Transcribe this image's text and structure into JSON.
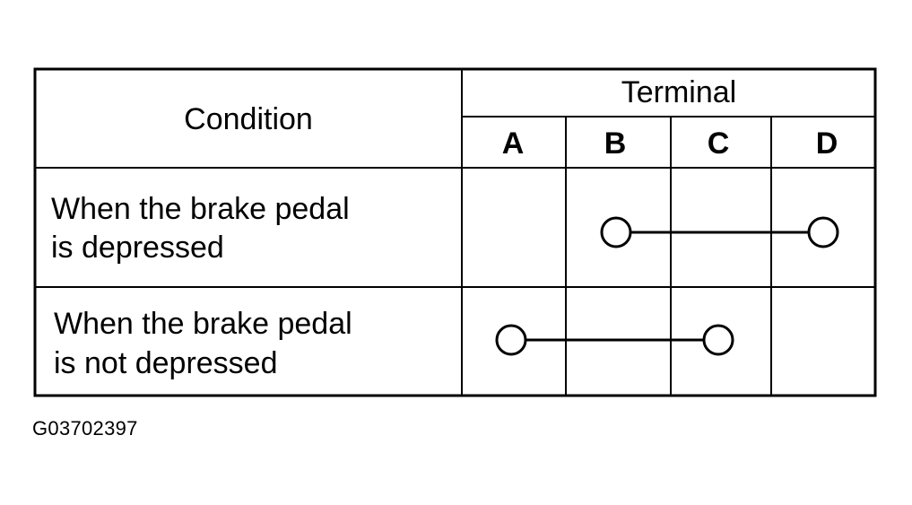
{
  "table": {
    "condition_header": "Condition",
    "terminal_header": "Terminal",
    "terminals": [
      "A",
      "B",
      "C",
      "D"
    ],
    "rows": [
      {
        "condition_line1": "When the brake pedal",
        "condition_line2": "is depressed",
        "connection": [
          "B",
          "D"
        ]
      },
      {
        "condition_line1": "When the brake pedal",
        "condition_line2": "is not depressed",
        "connection": [
          "A",
          "C"
        ]
      }
    ]
  },
  "caption": "G03702397",
  "colors": {
    "line": "#000000",
    "background": "#ffffff"
  }
}
